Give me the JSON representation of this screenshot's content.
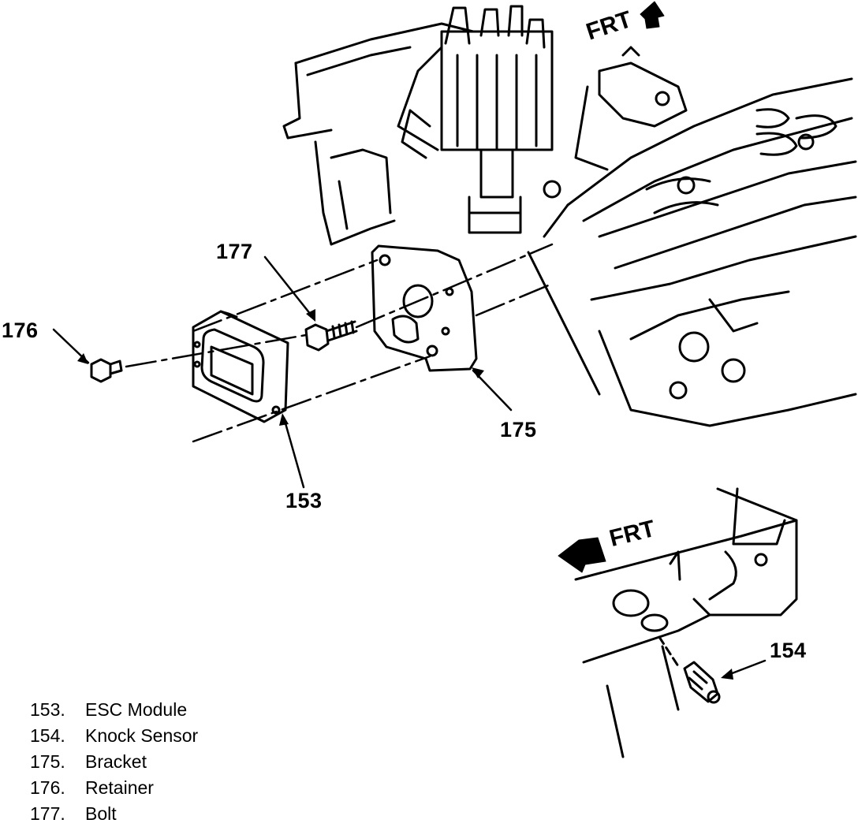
{
  "callouts": {
    "c153": "153",
    "c154": "154",
    "c175": "175",
    "c176": "176",
    "c177": "177"
  },
  "front_labels": {
    "upper": "FRT",
    "lower": "FRT"
  },
  "legend": [
    {
      "number": "153.",
      "label": "ESC Module"
    },
    {
      "number": "154.",
      "label": "Knock Sensor"
    },
    {
      "number": "175.",
      "label": "Bracket"
    },
    {
      "number": "176.",
      "label": "Retainer"
    },
    {
      "number": "177.",
      "label": "Bolt"
    }
  ]
}
